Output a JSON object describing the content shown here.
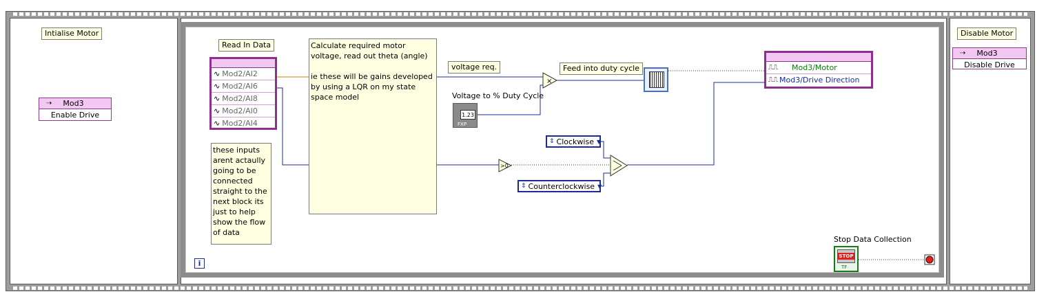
{
  "frames": {
    "left": {
      "label": "Intialise Motor",
      "node_module": "Mod3",
      "node_property": "Enable Drive"
    },
    "right": {
      "label": "Disable Motor",
      "node_module": "Mod3",
      "node_property": "Disable Drive"
    }
  },
  "loop": {
    "iteration_glyph": "i",
    "read_label": "Read In Data",
    "inputs": [
      "Mod2/AI2",
      "Mod2/AI6",
      "Mod2/AI8",
      "Mod2/AI0",
      "Mod2/AI4"
    ],
    "calc_note": "Calculate required motor voltage, read out theta (angle)\n\nie these will be gains developed by using a LQR on my state space model",
    "inputs_note": "these inputs arent actaully going to be connected straight to the next block its just to help show the flow of data",
    "voltage_label": "voltage req.",
    "feed_label": "Feed into duty cycle",
    "duty_label": "Voltage to % Duty Cycle",
    "duty_const": "1.23",
    "duty_type": "FXP",
    "multiply_glyph": "×",
    "compare_glyph": ">0",
    "enum_cw": "Clockwise",
    "enum_ccw": "Counterclockwise",
    "outputs": [
      "Mod3/Motor",
      "Mod3/Drive Direction"
    ],
    "stop_label": "Stop Data Collection",
    "stop_text": "STOP",
    "stop_tf": "TF"
  },
  "colors": {
    "property_node": "#8b3a8b",
    "enum_border": "#1a2a9c",
    "wire_blue": "#1a2a9c",
    "wire_orange": "#d67f00",
    "wire_green": "#006600",
    "film_gray": "#9d9d9d"
  }
}
